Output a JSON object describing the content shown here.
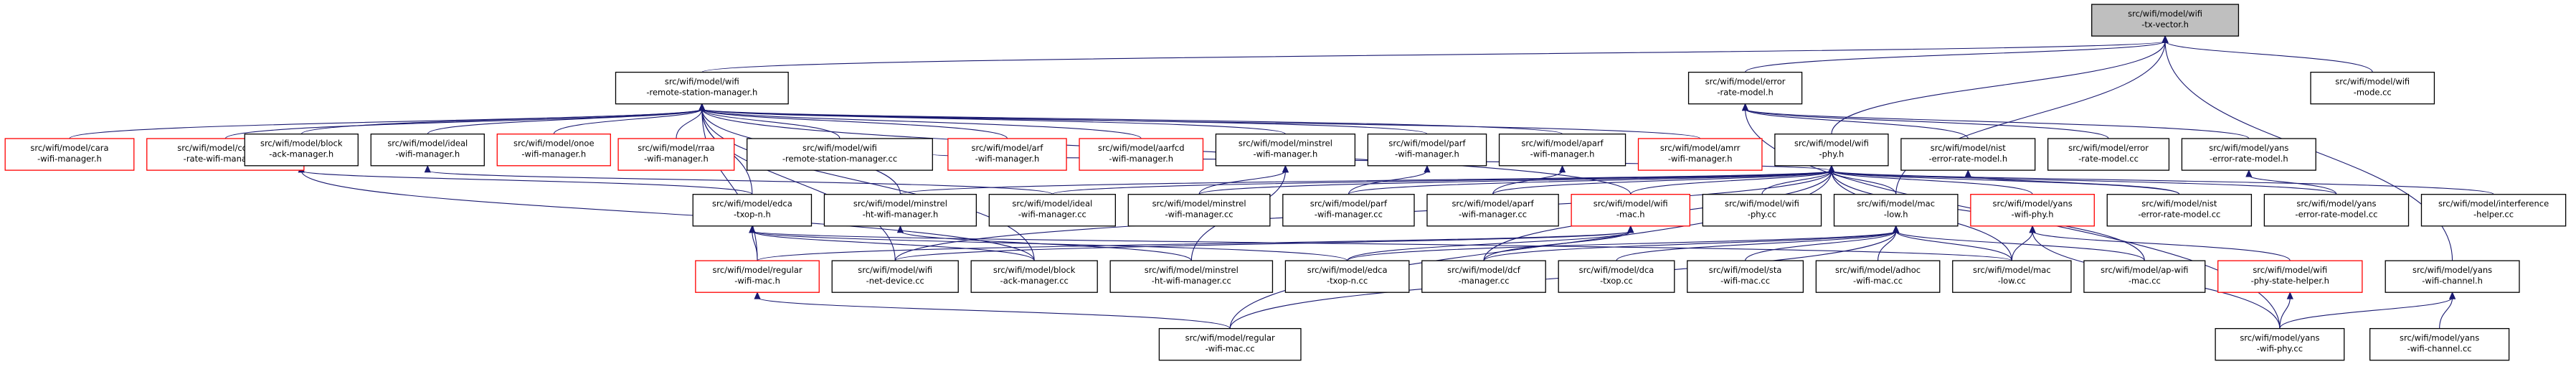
{
  "graph": {
    "colors": {
      "background": "#ffffff",
      "edge": "#191970",
      "box_border_default": "#000000",
      "box_border_incomplete": "#ff0000",
      "root_fill": "#bfbfbf",
      "text": "#000000"
    },
    "nodes": [
      {
        "id": "wifi-tx-vector-h",
        "lines": [
          "src/wifi/model/wifi",
          "-tx-vector.h"
        ],
        "border": "black",
        "root": true
      },
      {
        "id": "wifi-remote-station-manager-h",
        "lines": [
          "src/wifi/model/wifi",
          "-remote-station-manager.h"
        ],
        "border": "black"
      },
      {
        "id": "error-rate-model-h",
        "lines": [
          "src/wifi/model/error",
          "-rate-model.h"
        ],
        "border": "black"
      },
      {
        "id": "wifi-mode-cc",
        "lines": [
          "src/wifi/model/wifi",
          "-mode.cc"
        ],
        "border": "black"
      },
      {
        "id": "cara-wifi-manager-h",
        "lines": [
          "src/wifi/model/cara",
          "-wifi-manager.h"
        ],
        "border": "red"
      },
      {
        "id": "constant-rate-wifi-manager-h",
        "lines": [
          "src/wifi/model/constant",
          "-rate-wifi-manager.h"
        ],
        "border": "red"
      },
      {
        "id": "block-ack-manager-h",
        "lines": [
          "src/wifi/model/block",
          "-ack-manager.h"
        ],
        "border": "black"
      },
      {
        "id": "ideal-wifi-manager-h",
        "lines": [
          "src/wifi/model/ideal",
          "-wifi-manager.h"
        ],
        "border": "black"
      },
      {
        "id": "onoe-wifi-manager-h",
        "lines": [
          "src/wifi/model/onoe",
          "-wifi-manager.h"
        ],
        "border": "red"
      },
      {
        "id": "rraa-wifi-manager-h",
        "lines": [
          "src/wifi/model/rraa",
          "-wifi-manager.h"
        ],
        "border": "red"
      },
      {
        "id": "wifi-remote-station-manager-cc",
        "lines": [
          "src/wifi/model/wifi",
          "-remote-station-manager.cc"
        ],
        "border": "black"
      },
      {
        "id": "arf-wifi-manager-h",
        "lines": [
          "src/wifi/model/arf",
          "-wifi-manager.h"
        ],
        "border": "red"
      },
      {
        "id": "aarfcd-wifi-manager-h",
        "lines": [
          "src/wifi/model/aarfcd",
          "-wifi-manager.h"
        ],
        "border": "red"
      },
      {
        "id": "minstrel-wifi-manager-h",
        "lines": [
          "src/wifi/model/minstrel",
          "-wifi-manager.h"
        ],
        "border": "black"
      },
      {
        "id": "parf-wifi-manager-h",
        "lines": [
          "src/wifi/model/parf",
          "-wifi-manager.h"
        ],
        "border": "black"
      },
      {
        "id": "aparf-wifi-manager-h",
        "lines": [
          "src/wifi/model/aparf",
          "-wifi-manager.h"
        ],
        "border": "black"
      },
      {
        "id": "amrr-wifi-manager-h",
        "lines": [
          "src/wifi/model/amrr",
          "-wifi-manager.h"
        ],
        "border": "red"
      },
      {
        "id": "wifi-phy-h",
        "lines": [
          "src/wifi/model/wifi",
          "-phy.h"
        ],
        "border": "black"
      },
      {
        "id": "nist-error-rate-model-h",
        "lines": [
          "src/wifi/model/nist",
          "-error-rate-model.h"
        ],
        "border": "black"
      },
      {
        "id": "error-rate-model-cc",
        "lines": [
          "src/wifi/model/error",
          "-rate-model.cc"
        ],
        "border": "black"
      },
      {
        "id": "yans-error-rate-model-h",
        "lines": [
          "src/wifi/model/yans",
          "-error-rate-model.h"
        ],
        "border": "black"
      },
      {
        "id": "edca-txop-n-h",
        "lines": [
          "src/wifi/model/edca",
          "-txop-n.h"
        ],
        "border": "black"
      },
      {
        "id": "minstrel-ht-wifi-manager-h",
        "lines": [
          "src/wifi/model/minstrel",
          "-ht-wifi-manager.h"
        ],
        "border": "black"
      },
      {
        "id": "ideal-wifi-manager-cc",
        "lines": [
          "src/wifi/model/ideal",
          "-wifi-manager.cc"
        ],
        "border": "black"
      },
      {
        "id": "minstrel-wifi-manager-cc",
        "lines": [
          "src/wifi/model/minstrel",
          "-wifi-manager.cc"
        ],
        "border": "black"
      },
      {
        "id": "parf-wifi-manager-cc",
        "lines": [
          "src/wifi/model/parf",
          "-wifi-manager.cc"
        ],
        "border": "black"
      },
      {
        "id": "aparf-wifi-manager-cc",
        "lines": [
          "src/wifi/model/aparf",
          "-wifi-manager.cc"
        ],
        "border": "black"
      },
      {
        "id": "wifi-mac-h",
        "lines": [
          "src/wifi/model/wifi",
          "-mac.h"
        ],
        "border": "red"
      },
      {
        "id": "wifi-phy-cc",
        "lines": [
          "src/wifi/model/wifi",
          "-phy.cc"
        ],
        "border": "black"
      },
      {
        "id": "mac-low-h",
        "lines": [
          "src/wifi/model/mac",
          "-low.h"
        ],
        "border": "black"
      },
      {
        "id": "yans-wifi-phy-h",
        "lines": [
          "src/wifi/model/yans",
          "-wifi-phy.h"
        ],
        "border": "red"
      },
      {
        "id": "nist-error-rate-model-cc",
        "lines": [
          "src/wifi/model/nist",
          "-error-rate-model.cc"
        ],
        "border": "black"
      },
      {
        "id": "yans-error-rate-model-cc",
        "lines": [
          "src/wifi/model/yans",
          "-error-rate-model.cc"
        ],
        "border": "black"
      },
      {
        "id": "interference-helper-cc",
        "lines": [
          "src/wifi/model/interference",
          "-helper.cc"
        ],
        "border": "black"
      },
      {
        "id": "regular-wifi-mac-h",
        "lines": [
          "src/wifi/model/regular",
          "-wifi-mac.h"
        ],
        "border": "red"
      },
      {
        "id": "wifi-net-device-cc",
        "lines": [
          "src/wifi/model/wifi",
          "-net-device.cc"
        ],
        "border": "black"
      },
      {
        "id": "block-ack-manager-cc",
        "lines": [
          "src/wifi/model/block",
          "-ack-manager.cc"
        ],
        "border": "black"
      },
      {
        "id": "minstrel-ht-wifi-manager-cc",
        "lines": [
          "src/wifi/model/minstrel",
          "-ht-wifi-manager.cc"
        ],
        "border": "black"
      },
      {
        "id": "edca-txop-n-cc",
        "lines": [
          "src/wifi/model/edca",
          "-txop-n.cc"
        ],
        "border": "black"
      },
      {
        "id": "dcf-manager-cc",
        "lines": [
          "src/wifi/model/dcf",
          "-manager.cc"
        ],
        "border": "black"
      },
      {
        "id": "dca-txop-cc",
        "lines": [
          "src/wifi/model/dca",
          "-txop.cc"
        ],
        "border": "black"
      },
      {
        "id": "sta-wifi-mac-cc",
        "lines": [
          "src/wifi/model/sta",
          "-wifi-mac.cc"
        ],
        "border": "black"
      },
      {
        "id": "adhoc-wifi-mac-cc",
        "lines": [
          "src/wifi/model/adhoc",
          "-wifi-mac.cc"
        ],
        "border": "black"
      },
      {
        "id": "mac-low-cc",
        "lines": [
          "src/wifi/model/mac",
          "-low.cc"
        ],
        "border": "black"
      },
      {
        "id": "ap-wifi-mac-cc",
        "lines": [
          "src/wifi/model/ap-wifi",
          "-mac.cc"
        ],
        "border": "black"
      },
      {
        "id": "wifi-phy-state-helper-h",
        "lines": [
          "src/wifi/model/wifi",
          "-phy-state-helper.h"
        ],
        "border": "red"
      },
      {
        "id": "yans-wifi-channel-h",
        "lines": [
          "src/wifi/model/yans",
          "-wifi-channel.h"
        ],
        "border": "black"
      },
      {
        "id": "regular-wifi-mac-cc",
        "lines": [
          "src/wifi/model/regular",
          "-wifi-mac.cc"
        ],
        "border": "black"
      },
      {
        "id": "yans-wifi-phy-cc",
        "lines": [
          "src/wifi/model/yans",
          "-wifi-phy.cc"
        ],
        "border": "black"
      },
      {
        "id": "yans-wifi-channel-cc",
        "lines": [
          "src/wifi/model/yans",
          "-wifi-channel.cc"
        ],
        "border": "black"
      }
    ],
    "edges": [
      [
        "wifi-remote-station-manager-h",
        "wifi-tx-vector-h"
      ],
      [
        "error-rate-model-h",
        "wifi-tx-vector-h"
      ],
      [
        "wifi-mode-cc",
        "wifi-tx-vector-h"
      ],
      [
        "wifi-phy-h",
        "wifi-tx-vector-h"
      ],
      [
        "mac-low-h",
        "wifi-tx-vector-h"
      ],
      [
        "yans-wifi-channel-h",
        "wifi-tx-vector-h"
      ],
      [
        "cara-wifi-manager-h",
        "wifi-remote-station-manager-h"
      ],
      [
        "constant-rate-wifi-manager-h",
        "wifi-remote-station-manager-h"
      ],
      [
        "block-ack-manager-h",
        "wifi-remote-station-manager-h"
      ],
      [
        "ideal-wifi-manager-h",
        "wifi-remote-station-manager-h"
      ],
      [
        "onoe-wifi-manager-h",
        "wifi-remote-station-manager-h"
      ],
      [
        "rraa-wifi-manager-h",
        "wifi-remote-station-manager-h"
      ],
      [
        "wifi-remote-station-manager-cc",
        "wifi-remote-station-manager-h"
      ],
      [
        "arf-wifi-manager-h",
        "wifi-remote-station-manager-h"
      ],
      [
        "aarfcd-wifi-manager-h",
        "wifi-remote-station-manager-h"
      ],
      [
        "minstrel-wifi-manager-h",
        "wifi-remote-station-manager-h"
      ],
      [
        "parf-wifi-manager-h",
        "wifi-remote-station-manager-h"
      ],
      [
        "aparf-wifi-manager-h",
        "wifi-remote-station-manager-h"
      ],
      [
        "amrr-wifi-manager-h",
        "wifi-remote-station-manager-h"
      ],
      [
        "edca-txop-n-h",
        "wifi-remote-station-manager-h"
      ],
      [
        "minstrel-ht-wifi-manager-h",
        "wifi-remote-station-manager-h"
      ],
      [
        "wifi-mac-h",
        "wifi-remote-station-manager-h"
      ],
      [
        "regular-wifi-mac-h",
        "wifi-remote-station-manager-h"
      ],
      [
        "wifi-net-device-cc",
        "wifi-remote-station-manager-h"
      ],
      [
        "block-ack-manager-cc",
        "wifi-remote-station-manager-h"
      ],
      [
        "nist-error-rate-model-h",
        "error-rate-model-h"
      ],
      [
        "error-rate-model-cc",
        "error-rate-model-h"
      ],
      [
        "yans-error-rate-model-h",
        "error-rate-model-h"
      ],
      [
        "yans-wifi-phy-cc",
        "error-rate-model-h"
      ],
      [
        "edca-txop-n-h",
        "block-ack-manager-h"
      ],
      [
        "block-ack-manager-cc",
        "block-ack-manager-h"
      ],
      [
        "ideal-wifi-manager-cc",
        "ideal-wifi-manager-h"
      ],
      [
        "minstrel-wifi-manager-cc",
        "minstrel-wifi-manager-h"
      ],
      [
        "minstrel-ht-wifi-manager-cc",
        "minstrel-wifi-manager-h"
      ],
      [
        "parf-wifi-manager-cc",
        "parf-wifi-manager-h"
      ],
      [
        "aparf-wifi-manager-cc",
        "aparf-wifi-manager-h"
      ],
      [
        "wifi-remote-station-manager-cc",
        "wifi-phy-h"
      ],
      [
        "minstrel-ht-wifi-manager-h",
        "wifi-phy-h"
      ],
      [
        "ideal-wifi-manager-cc",
        "wifi-phy-h"
      ],
      [
        "minstrel-wifi-manager-cc",
        "wifi-phy-h"
      ],
      [
        "parf-wifi-manager-cc",
        "wifi-phy-h"
      ],
      [
        "aparf-wifi-manager-cc",
        "wifi-phy-h"
      ],
      [
        "wifi-mac-h",
        "wifi-phy-h"
      ],
      [
        "wifi-phy-cc",
        "wifi-phy-h"
      ],
      [
        "mac-low-h",
        "wifi-phy-h"
      ],
      [
        "yans-wifi-phy-h",
        "wifi-phy-h"
      ],
      [
        "nist-error-rate-model-cc",
        "wifi-phy-h"
      ],
      [
        "yans-error-rate-model-cc",
        "wifi-phy-h"
      ],
      [
        "interference-helper-cc",
        "wifi-phy-h"
      ],
      [
        "wifi-net-device-cc",
        "wifi-phy-h"
      ],
      [
        "dcf-manager-cc",
        "wifi-phy-h"
      ],
      [
        "mac-low-cc",
        "wifi-phy-h"
      ],
      [
        "ap-wifi-mac-cc",
        "wifi-phy-h"
      ],
      [
        "regular-wifi-mac-cc",
        "wifi-phy-h"
      ],
      [
        "nist-error-rate-model-cc",
        "nist-error-rate-model-h"
      ],
      [
        "yans-error-rate-model-cc",
        "yans-error-rate-model-h"
      ],
      [
        "regular-wifi-mac-h",
        "edca-txop-n-h"
      ],
      [
        "edca-txop-n-cc",
        "edca-txop-n-h"
      ],
      [
        "block-ack-manager-cc",
        "edca-txop-n-h"
      ],
      [
        "mac-low-cc",
        "edca-txop-n-h"
      ],
      [
        "minstrel-ht-wifi-manager-cc",
        "minstrel-ht-wifi-manager-h"
      ],
      [
        "regular-wifi-mac-h",
        "wifi-mac-h"
      ],
      [
        "edca-txop-n-cc",
        "wifi-mac-h"
      ],
      [
        "dcf-manager-cc",
        "wifi-mac-h"
      ],
      [
        "wifi-net-device-cc",
        "wifi-mac-h"
      ],
      [
        "regular-wifi-mac-cc",
        "mac-low-h"
      ],
      [
        "edca-txop-n-cc",
        "mac-low-h"
      ],
      [
        "dcf-manager-cc",
        "mac-low-h"
      ],
      [
        "dca-txop-cc",
        "mac-low-h"
      ],
      [
        "sta-wifi-mac-cc",
        "mac-low-h"
      ],
      [
        "adhoc-wifi-mac-cc",
        "mac-low-h"
      ],
      [
        "mac-low-cc",
        "mac-low-h"
      ],
      [
        "ap-wifi-mac-cc",
        "mac-low-h"
      ],
      [
        "mac-low-cc",
        "yans-wifi-phy-h"
      ],
      [
        "wifi-phy-state-helper-h",
        "yans-wifi-phy-h"
      ],
      [
        "yans-wifi-phy-cc",
        "yans-wifi-phy-h"
      ],
      [
        "regular-wifi-mac-cc",
        "regular-wifi-mac-h"
      ],
      [
        "yans-wifi-phy-cc",
        "wifi-phy-state-helper-h"
      ],
      [
        "yans-wifi-phy-cc",
        "yans-wifi-channel-h"
      ],
      [
        "yans-wifi-channel-cc",
        "yans-wifi-channel-h"
      ]
    ]
  }
}
